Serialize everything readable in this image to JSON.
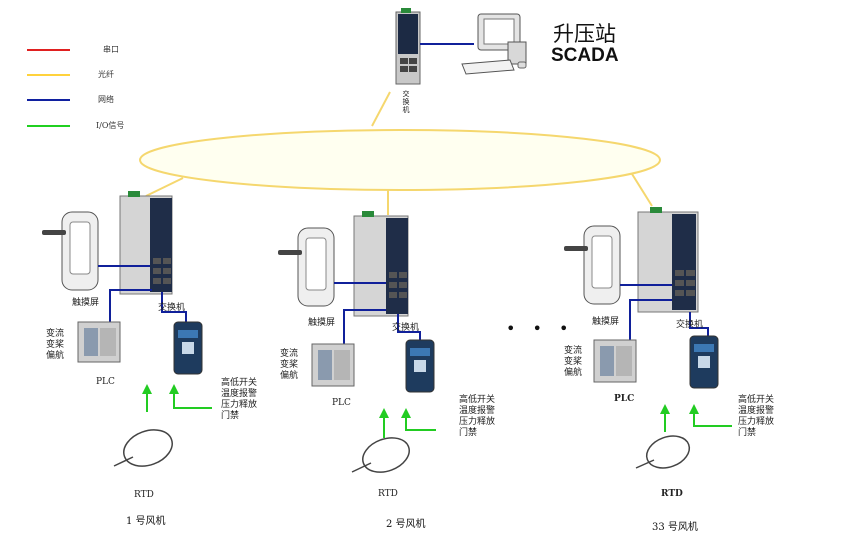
{
  "header": {
    "title_cn": "升压站",
    "title_en": "SCADA"
  },
  "legend": [
    {
      "label": "串口",
      "color": "#e02020"
    },
    {
      "label": "光纤",
      "color": "#ffd23c"
    },
    {
      "label": "网络",
      "color": "#1020a0"
    },
    {
      "label": "I/O信号",
      "color": "#20d020"
    }
  ],
  "top_switch": {
    "label": "交换机"
  },
  "colors": {
    "fiber": "#f5d76e",
    "network": "#10209a",
    "io": "#22cc22",
    "device": "#d8d8d8"
  },
  "turbines": [
    {
      "touchscreen": "触摸屏",
      "switch": "交换机",
      "inverter": "变流\n变桨\n偏航",
      "plc": "PLC",
      "signals": "高低开关\n温度报警\n压力释放\n门禁",
      "rtd": "RTD",
      "name": "1  号风机"
    },
    {
      "touchscreen": "触摸屏",
      "switch": "交换机",
      "inverter": "变流\n变桨\n偏航",
      "plc": "PLC",
      "signals": "高低开关\n温度报警\n压力释放\n门禁",
      "rtd": "RTD",
      "name": "2  号风机"
    },
    {
      "touchscreen": "触摸屏",
      "switch": "交换机",
      "inverter": "变流\n变桨\n偏航",
      "plc": "PLC",
      "signals": "高低开关\n温度报警\n压力释放\n门禁",
      "rtd": "RTD",
      "name": "33  号风机"
    }
  ],
  "ellipsis": "• • •"
}
